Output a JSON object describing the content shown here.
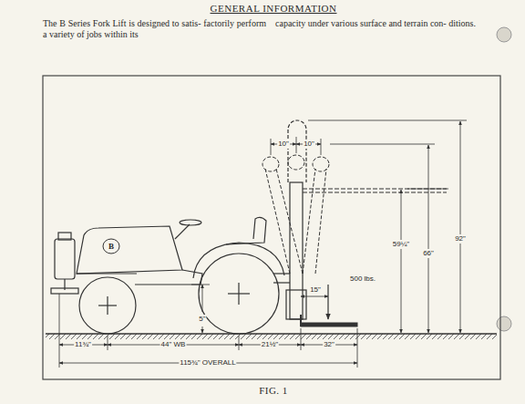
{
  "diagram": {
    "title": "GENERAL INFORMATION",
    "caption": "FIG. 1",
    "labels": [
      "The B Series Fork Lift is designed to satis- factorily perform a variety of jobs within its",
      "capacity under various surface and terrain con- ditions.",
      "10\"",
      "10\"",
      "92\"",
      "66\"",
      "59¼\"",
      "500 lbs.",
      "15\"",
      "5\"",
      "11¾\"",
      "44\" WB",
      "21½\"",
      "32\"",
      "115¾\" OVERALL",
      "B"
    ]
  }
}
